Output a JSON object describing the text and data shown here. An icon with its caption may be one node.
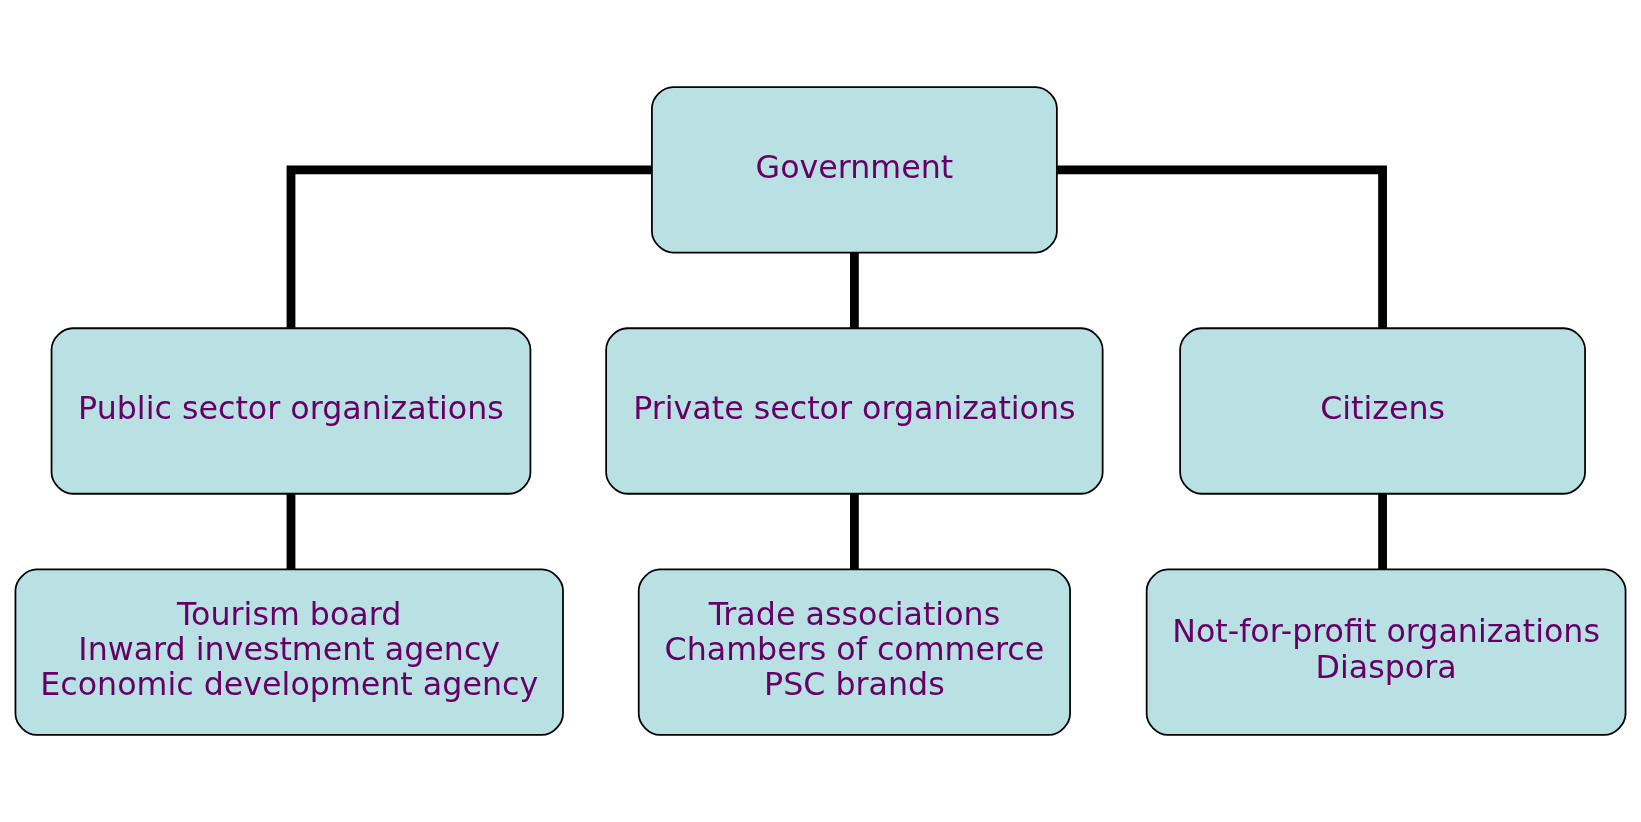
{
  "diagram": {
    "nodes": [
      {
        "text": [
          "Government"
        ]
      },
      {
        "text": [
          "Public sector organizations"
        ]
      },
      {
        "text": [
          "Private sector organizations"
        ]
      },
      {
        "text": [
          "Citizens"
        ]
      },
      {
        "text": [
          "Tourism board",
          "Inward investment agency",
          "Economic development agency"
        ]
      },
      {
        "text": [
          "Trade associations",
          "Chambers of commerce",
          "PSC brands"
        ]
      },
      {
        "text": [
          "Not-for-profit organizations",
          "Diaspora"
        ]
      }
    ],
    "edges": [
      {
        "from": 0,
        "to": 1,
        "arrow": "none"
      },
      {
        "from": 0,
        "to": 2,
        "arrow": "none"
      },
      {
        "from": 0,
        "to": 3,
        "arrow": "none"
      },
      {
        "from": 1,
        "to": 4,
        "arrow": "none"
      },
      {
        "from": 2,
        "to": 5,
        "arrow": "none"
      },
      {
        "from": 3,
        "to": 6,
        "arrow": "none"
      }
    ]
  }
}
